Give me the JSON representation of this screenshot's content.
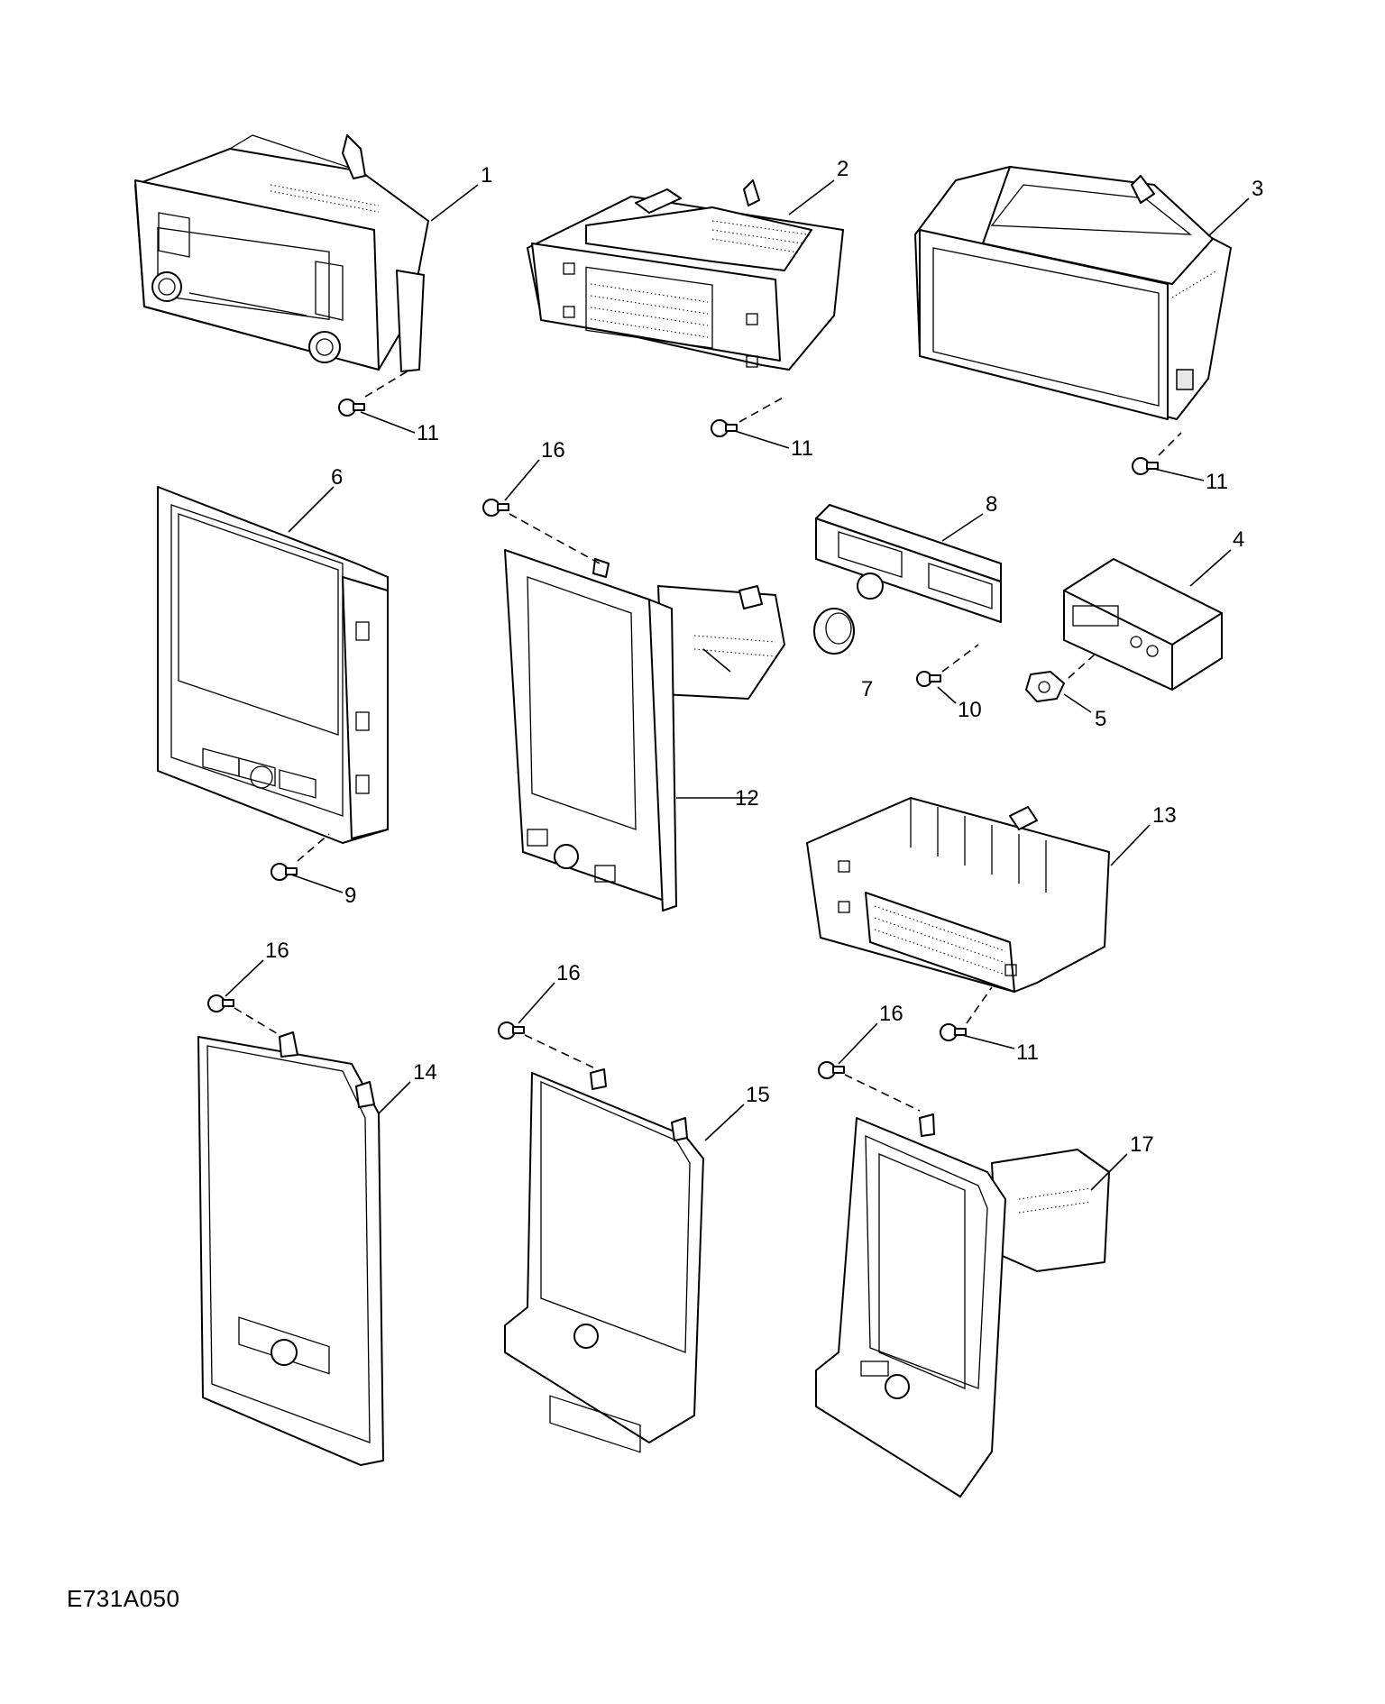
{
  "diagram_code": "E731A050",
  "callouts": {
    "c1": "1",
    "c2": "2",
    "c3": "3",
    "c4": "4",
    "c5": "5",
    "c6": "6",
    "c7": "7",
    "c8": "8",
    "c9": "9",
    "c10": "10",
    "c11a": "11",
    "c11b": "11",
    "c11c": "11",
    "c11d": "11",
    "c12": "12",
    "c13": "13",
    "c14": "14",
    "c15": "15",
    "c16a": "16",
    "c16b": "16",
    "c16c": "16",
    "c16d": "16",
    "c17": "17"
  }
}
